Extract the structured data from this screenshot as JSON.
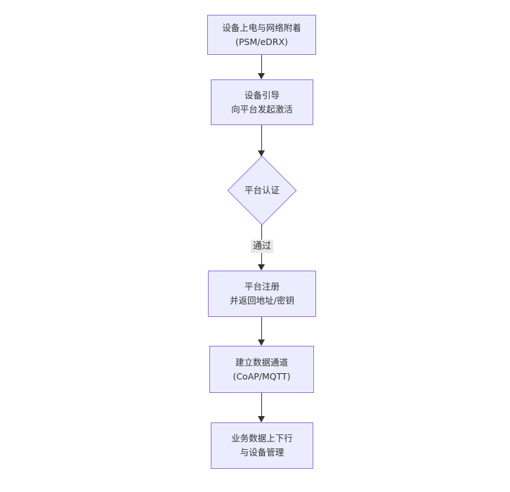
{
  "diagram": {
    "type": "flowchart-vertical",
    "background": "#ffffff",
    "colors": {
      "node_fill": "#ECECFF",
      "node_border": "#9370DB",
      "edge_line": "#333333",
      "text": "#333333",
      "edge_label_bg": "#e8e8e8"
    },
    "nodes": [
      {
        "shape": "rect",
        "lines": [
          "设备上电与网络附着",
          "(PSM/eDRX)"
        ]
      },
      {
        "shape": "rect",
        "lines": [
          "设备引导",
          "向平台发起激活"
        ]
      },
      {
        "shape": "diamond",
        "lines": [
          "平台认证"
        ]
      },
      {
        "shape": "rect",
        "lines": [
          "平台注册",
          "并返回地址/密钥"
        ]
      },
      {
        "shape": "rect",
        "lines": [
          "建立数据通道",
          "(CoAP/MQTT)"
        ]
      },
      {
        "shape": "rect",
        "lines": [
          "业务数据上下行",
          "与设备管理"
        ]
      }
    ],
    "edges": [
      {
        "label": ""
      },
      {
        "label": ""
      },
      {
        "label": "通过"
      },
      {
        "label": ""
      },
      {
        "label": ""
      }
    ]
  }
}
